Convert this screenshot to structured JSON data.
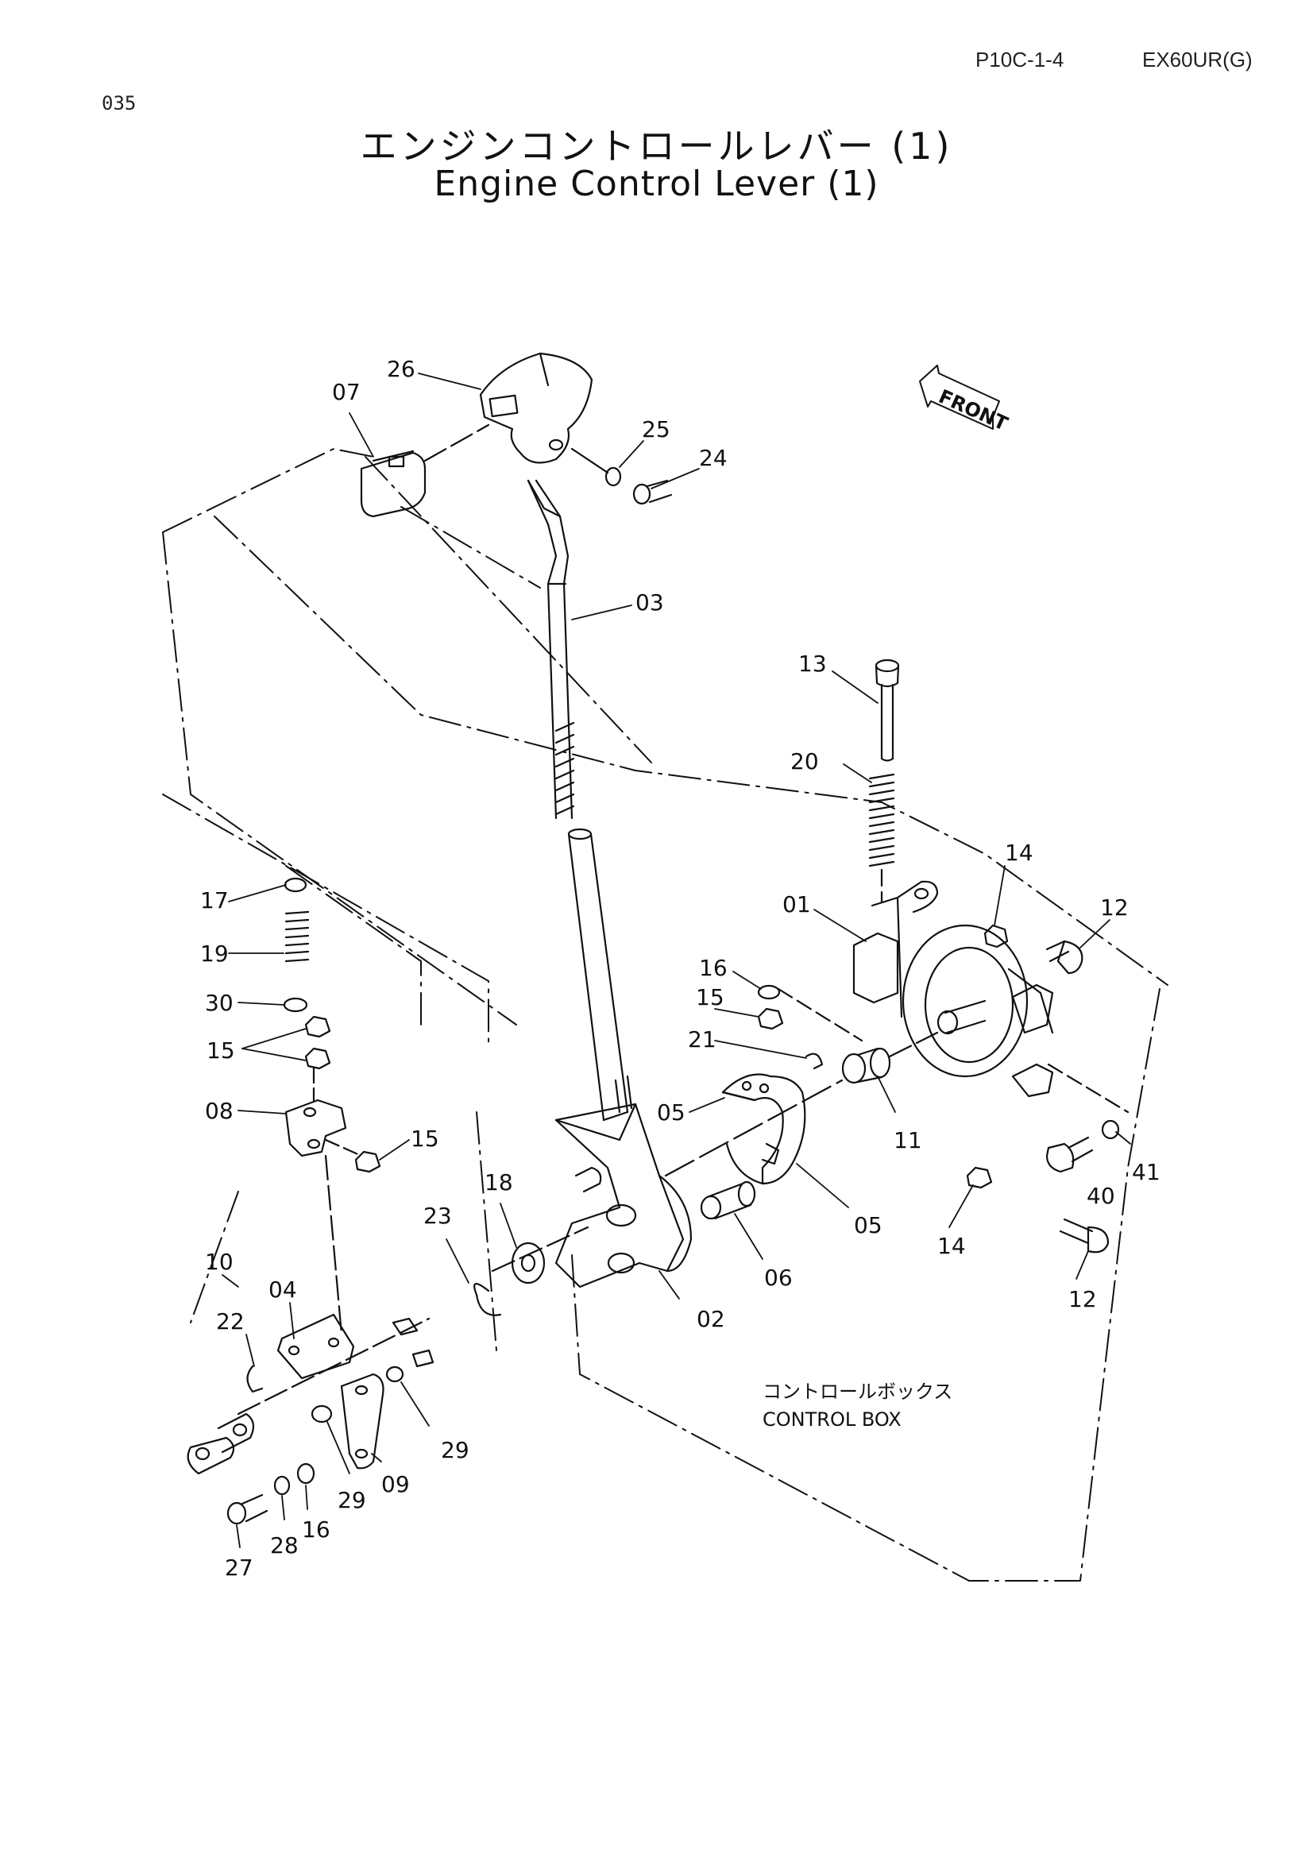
{
  "header": {
    "page_number": "035",
    "page_code": "P10C-1-4",
    "model": "EX60UR(G)"
  },
  "title": {
    "jp": "エンジンコントロールレバー (1)",
    "en": "Engine Control Lever (1)"
  },
  "front_label": "FRONT",
  "control_box": {
    "jp": "コントロールボックス",
    "en": "CONTROL BOX"
  },
  "callouts": {
    "c26": "26",
    "c07": "07",
    "c25": "25",
    "c24": "24",
    "c03": "03",
    "c13": "13",
    "c20": "20",
    "c14a": "14",
    "c12a": "12",
    "c01": "01",
    "c16a": "16",
    "c15a": "15",
    "c21": "21",
    "c17": "17",
    "c19": "19",
    "c30": "30",
    "c15b": "15",
    "c08": "08",
    "c15c": "15",
    "c05a": "05",
    "c11": "11",
    "c41": "41",
    "c40": "40",
    "c05b": "05",
    "c14b": "14",
    "c12b": "12",
    "c18": "18",
    "c23": "23",
    "c06": "06",
    "c02": "02",
    "c10": "10",
    "c04": "04",
    "c22": "22",
    "c29a": "29",
    "c29b": "29",
    "c09": "09",
    "c16b": "16",
    "c28": "28",
    "c27": "27"
  }
}
